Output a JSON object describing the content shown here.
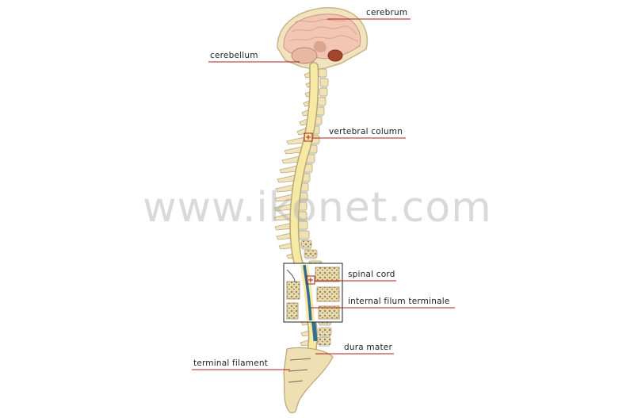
{
  "diagram": {
    "labels": {
      "cerebrum": "cerebrum",
      "cerebellum": "cerebellum",
      "vertebral_column": "vertebral column",
      "spinal_cord": "spinal cord",
      "internal_filum_terminale": "internal filum terminale",
      "dura_mater": "dura mater",
      "terminal_filament": "terminal filament"
    },
    "watermark": "www.ikonet.com"
  },
  "colors": {
    "leader_line": "#b01c1c",
    "bone": "#f0e2b4",
    "bone_outline": "#b8a676",
    "spinal_cord": "#f6e9a4",
    "brain": "#f0c7b6",
    "nerve_blue": "#2f6f94"
  }
}
